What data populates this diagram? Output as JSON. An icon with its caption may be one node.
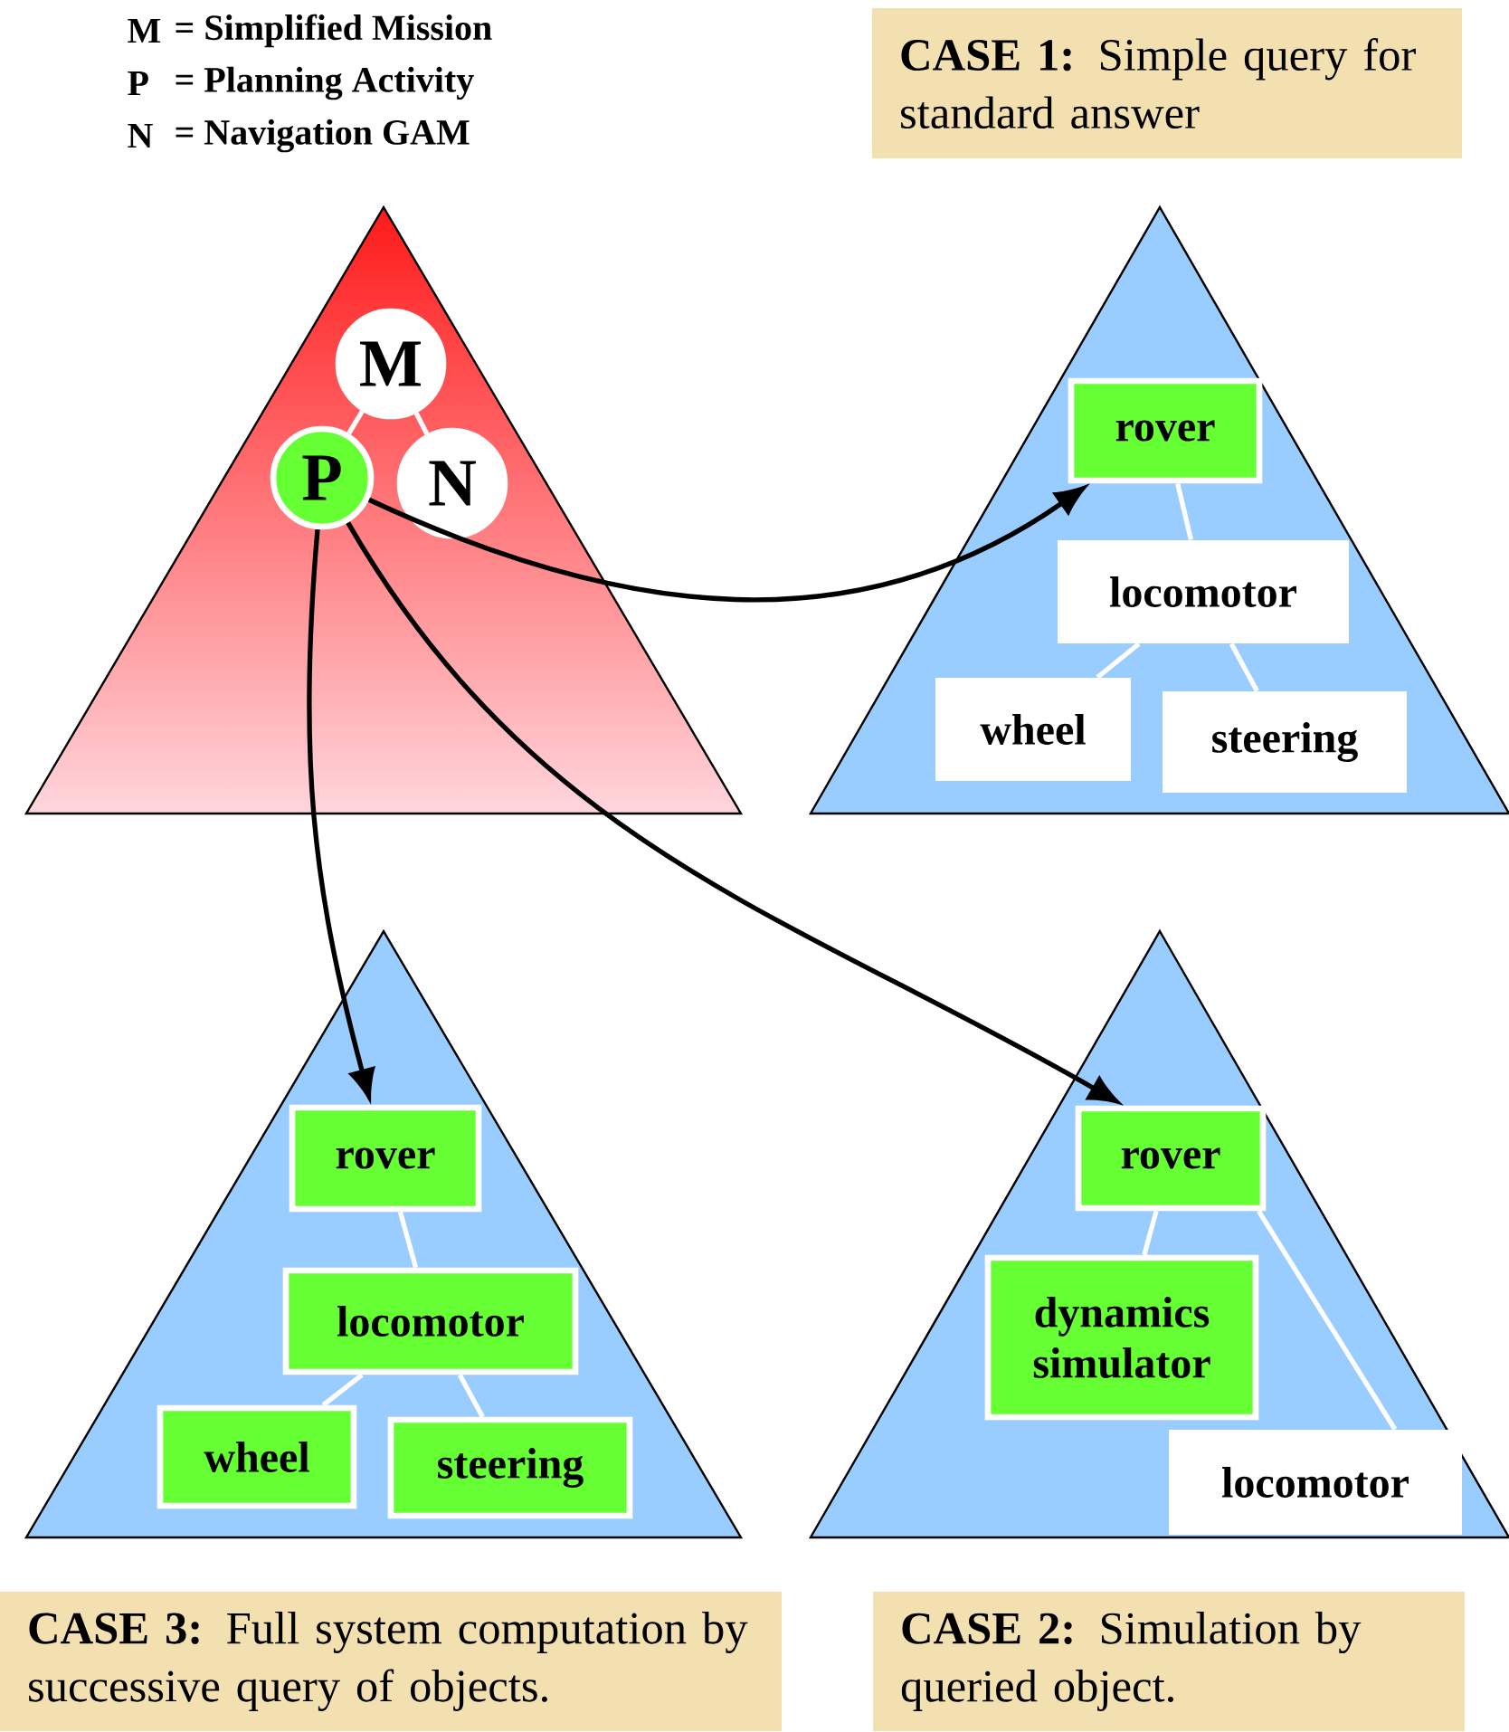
{
  "diagram": {
    "nodes": [
      {
        "text": [],
        "shape": "triangle"
      },
      {
        "text": [
          "M"
        ],
        "in": 0
      },
      {
        "text": [
          "P"
        ],
        "in": 0
      },
      {
        "text": [
          "N"
        ],
        "in": 0
      },
      {
        "text": [
          "**CASE 1:** Simple query for standard answer"
        ]
      },
      {
        "text": [],
        "shape": "triangle"
      },
      {
        "text": [
          "rover"
        ],
        "in": 5
      },
      {
        "text": [
          "locomotor"
        ],
        "in": 5
      },
      {
        "text": [
          "wheel"
        ],
        "in": 5
      },
      {
        "text": [
          "steering"
        ],
        "in": 5
      },
      {
        "text": [],
        "shape": "triangle"
      },
      {
        "text": [
          "rover"
        ],
        "in": 10
      },
      {
        "text": [
          "locomotor"
        ],
        "in": 10
      },
      {
        "text": [
          "wheel"
        ],
        "in": 10
      },
      {
        "text": [
          "steering"
        ],
        "in": 10
      },
      {
        "text": [],
        "shape": "triangle"
      },
      {
        "text": [
          "rover"
        ],
        "in": 15
      },
      {
        "text": [
          "dynamics simulator"
        ],
        "in": 15
      },
      {
        "text": [
          "locomotor"
        ],
        "in": 15
      },
      {
        "text": [
          "**CASE 3:**  Full system computation by successive query of objects."
        ]
      },
      {
        "text": [
          "**CASE 2:**  Simulation by queried object."
        ]
      }
    ],
    "edges": [
      {
        "from": 1,
        "to": 2,
        "arrow": "none"
      },
      {
        "from": 1,
        "to": 3,
        "arrow": "none"
      },
      {
        "from": 6,
        "to": 7,
        "arrow": "none"
      },
      {
        "from": 7,
        "to": 8,
        "arrow": "none"
      },
      {
        "from": 7,
        "to": 9,
        "arrow": "none"
      },
      {
        "from": 11,
        "to": 12,
        "arrow": "none"
      },
      {
        "from": 12,
        "to": 13,
        "arrow": "none"
      },
      {
        "from": 12,
        "to": 14,
        "arrow": "none"
      },
      {
        "from": 16,
        "to": 17,
        "arrow": "none"
      },
      {
        "from": 16,
        "to": 18,
        "arrow": "none"
      },
      {
        "from": 2,
        "to": 6,
        "arrow": "to",
        "color": "#000000"
      },
      {
        "from": 2,
        "to": 11,
        "arrow": "to",
        "color": "#000000"
      },
      {
        "from": 2,
        "to": 16,
        "arrow": "to",
        "color": "#000000"
      }
    ],
    "labels": [
      "M",
      "= Simplified Mission",
      "P",
      "= Planning Activity",
      "N",
      "= Navigation GAM"
    ]
  }
}
